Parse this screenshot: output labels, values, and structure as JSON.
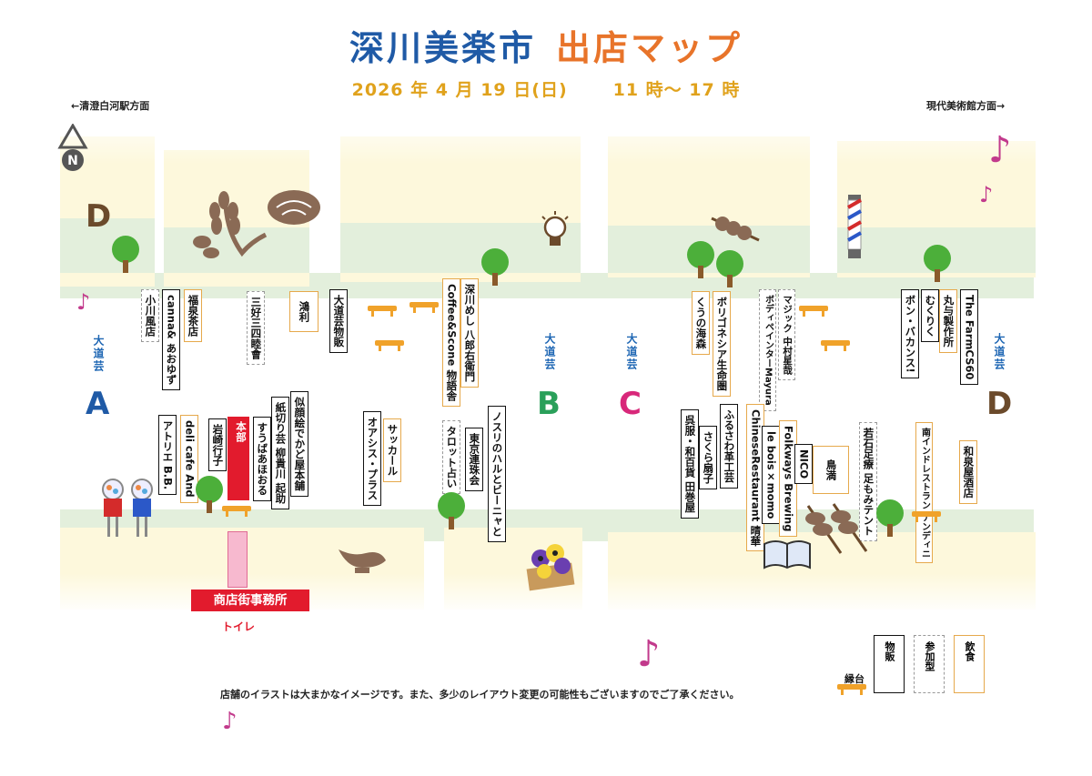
{
  "title": {
    "main": "深川美楽市",
    "sub": "出店マップ"
  },
  "date": {
    "day": "2026 年 4 月 19 日(日)",
    "time": "11 時〜 17 時"
  },
  "directions": {
    "left": "←清澄白河駅方面",
    "right": "現代美術館方面→"
  },
  "street": {
    "label": "大道芸"
  },
  "zones": {
    "A": {
      "letter": "A",
      "color": "#1f5aa6"
    },
    "B": {
      "letter": "B",
      "color": "#2aa05a"
    },
    "C": {
      "letter": "C",
      "color": "#d8287a"
    },
    "D": {
      "letter": "D",
      "color": "#6b4a2b"
    }
  },
  "stalls": {
    "ogawafuuten": "小川風店",
    "canna": "canna& あおゆず",
    "fukusen": "福泉茶店",
    "miyoshi": "三好三四睦會",
    "kouri": "鴻利",
    "daidogei_buppan": "大道芸物販",
    "coffee_scone": "Coffee&Scone 物語舎",
    "fukagawa_meshi": "深川めし 八郎右衛門",
    "tokyo_renjukai": "東京連珠会",
    "tarot": "タロット占い",
    "nosuri": "ノスリのハルとビーニャと",
    "oasis_plus": "オアシス・プラス",
    "soccer": "サッカール",
    "deli_cafe": "deli cafe And",
    "atelier_bb": "アトリエ B.B.",
    "iwasaki": "岩崎行子",
    "honbu": "本部",
    "suuba": "すうばあほおる",
    "kamikiri": "紙切り芸 柳貴川 起助",
    "nigaoe": "似顔絵でかど屋本舗",
    "kuuno": "くうの海森",
    "borigonesia": "ボリゴネシア生命圏",
    "boddy": "ボディペインターMayura",
    "magic": "マジック 中村星哉",
    "gofuku": "呉服・和百貨 田巻屋",
    "sakura": "さくら扇子",
    "furusawa": "ふるさわ革工芸",
    "chinese": "ChineseRestaurant 晴華",
    "lebois": "le bois×momo",
    "folkways": "Folkways Brewing",
    "nico": "NICO",
    "chouman": "鳥満",
    "wakaishi": "若石足療 足もみテント",
    "nanindo": "南インドレストラン ナンディニ",
    "bon_vacances": "ボン・バカンス!",
    "mukuriku": "むくりく",
    "maruyo": "丸与製作所",
    "farm": "The FarmCS60",
    "izumiya": "和泉屋酒店"
  },
  "office": {
    "label": "商店街事務所",
    "toilet": "トイレ"
  },
  "note": "店舗のイラストは大まかなイメージです。また、多少のレイアウト変更の可能性もございますのでご了承ください。",
  "legend": {
    "bench": "縁台",
    "goods": "物販",
    "experience": "参加型",
    "food": "飲食"
  },
  "colors": {
    "title_blue": "#1f5aa6",
    "title_orange": "#e8742a",
    "date": "#e0a21c",
    "block": "#fdf8dc",
    "green": "#e3efdc",
    "food_border": "#e6a94c",
    "honbu_red": "#e21b2d",
    "bench": "#f0a22a"
  },
  "icons": [
    "north-arrow-icon",
    "tree-icon",
    "wheat-icon",
    "bread-icon",
    "lightbulb-icon",
    "dango-icon",
    "barber-pole-icon",
    "music-note-icon",
    "gacha-machine-icon",
    "gravy-boat-icon",
    "pansy-flower-icon",
    "book-icon"
  ]
}
